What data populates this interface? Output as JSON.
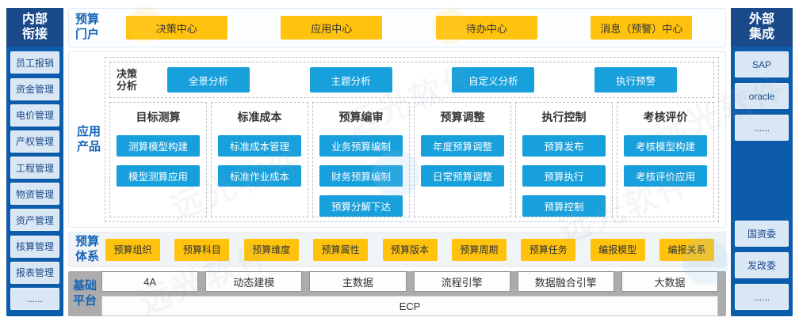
{
  "watermark": {
    "text": "远光软件"
  },
  "colors": {
    "sidebar_header": "#1B4A8A",
    "sidebar_body": "#0D5CAC",
    "sidebar_item_bg": "#D9E6F4",
    "blue_button": "#18A0DC",
    "yellow_button": "#FFC20D",
    "label_blue": "#1565B8",
    "platform_gray": "#ACACAC"
  },
  "left_sidebar": {
    "title": "内部衔接",
    "items": [
      "员工报销",
      "资金管理",
      "电价管理",
      "产权管理",
      "工程管理",
      "物资管理",
      "资产管理",
      "核算管理",
      "报表管理",
      "......"
    ]
  },
  "right_sidebar": {
    "title": "外部集成",
    "top_items": [
      "SAP",
      "oracle",
      "......"
    ],
    "bottom_items": [
      "国资委",
      "发改委",
      "......"
    ]
  },
  "portal": {
    "label": "预算门户",
    "buttons": [
      "决策中心",
      "应用中心",
      "待办中心",
      "消息（预警）中心"
    ]
  },
  "products": {
    "label": "应用产品",
    "decision": {
      "label": "决策分析",
      "buttons": [
        "全景分析",
        "主题分析",
        "自定义分析",
        "执行预警"
      ]
    },
    "columns": [
      {
        "title": "目标测算",
        "items": [
          "测算模型构建",
          "模型测算应用"
        ]
      },
      {
        "title": "标准成本",
        "items": [
          "标准成本管理",
          "标准作业成本"
        ]
      },
      {
        "title": "预算编审",
        "items": [
          "业务预算编制",
          "财务预算编制",
          "预算分解下达"
        ]
      },
      {
        "title": "预算调整",
        "items": [
          "年度预算调整",
          "日常预算调整"
        ]
      },
      {
        "title": "执行控制",
        "items": [
          "预算发布",
          "预算执行",
          "预算控制"
        ]
      },
      {
        "title": "考核评价",
        "items": [
          "考核模型构建",
          "考核评价应用"
        ]
      }
    ]
  },
  "system": {
    "label": "预算体系",
    "buttons": [
      "预算组织",
      "预算科目",
      "预算维度",
      "预算属性",
      "预算版本",
      "预算周期",
      "预算任务",
      "编报模型",
      "编报关系"
    ]
  },
  "platform": {
    "label": "基础平台",
    "buttons": [
      "4A",
      "动态建模",
      "主数据",
      "流程引擎",
      "数据融合引擎",
      "大数据"
    ],
    "base": "ECP"
  }
}
